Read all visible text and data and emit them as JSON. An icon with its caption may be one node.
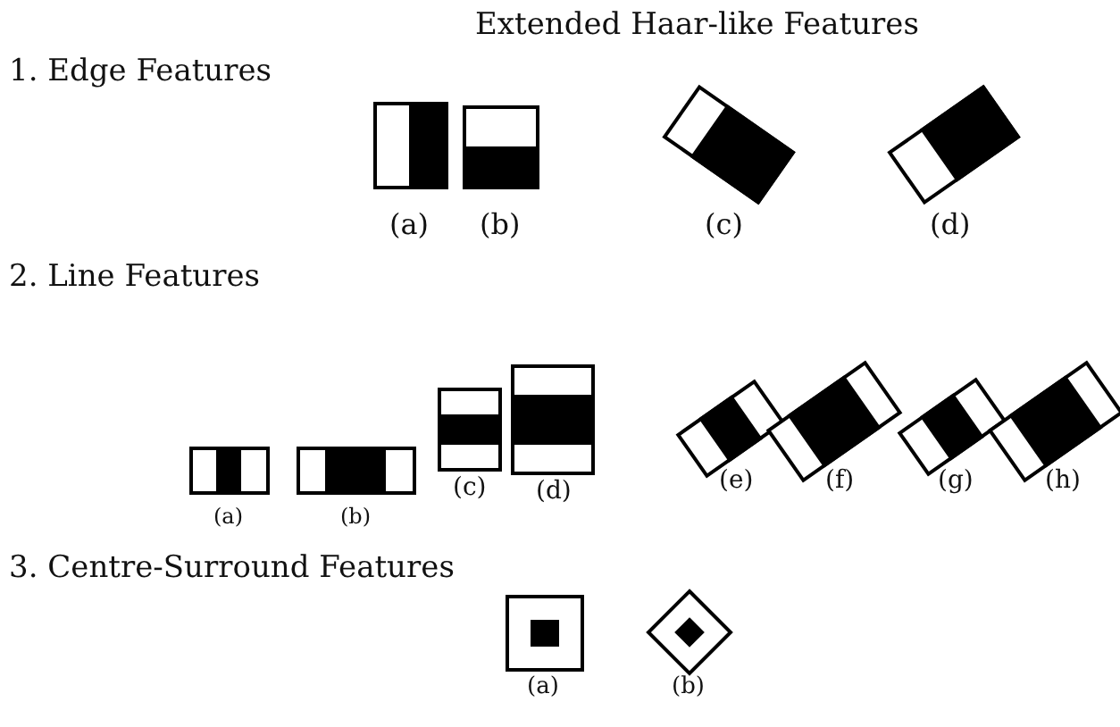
{
  "diagram": {
    "title": "Extended Haar-like Features",
    "labels": [
      "1. Edge Features",
      "(a)",
      "(b)",
      "(c)",
      "(d)",
      "2. Line Features",
      "(a)",
      "(b)",
      "(c)",
      "(d)",
      "(e)",
      "(f)",
      "(g)",
      "(h)",
      "3. Centre-Surround Features",
      "(a)",
      "(b)"
    ]
  }
}
